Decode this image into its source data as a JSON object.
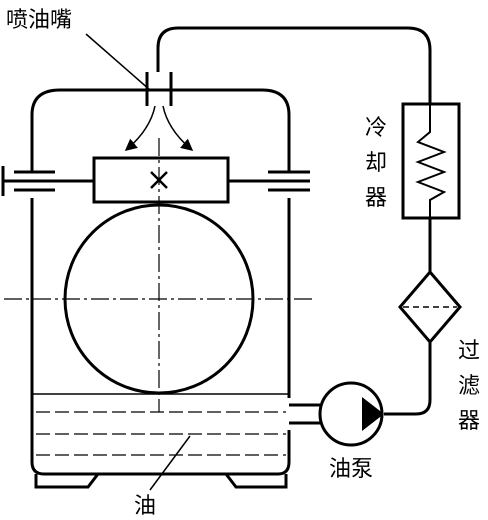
{
  "labels": {
    "nozzle": "喷油嘴",
    "cooler": [
      "冷",
      "却",
      "器"
    ],
    "filter": [
      "过",
      "滤",
      "器"
    ],
    "pump": "油泵",
    "oil": "油"
  }
}
